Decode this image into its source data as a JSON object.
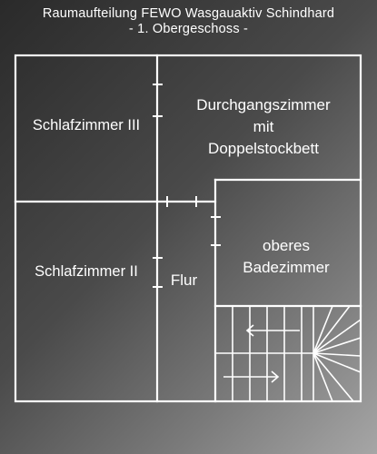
{
  "title": {
    "line1": "Raumaufteilung FEWO Wasgauaktiv Schindhard",
    "line2": "- 1. Obergeschoss -"
  },
  "rooms": {
    "schlafzimmer_3": "Schlafzimmer III",
    "durchgang": [
      "Durchgangszimmer",
      "mit",
      "Doppelstockbett"
    ],
    "schlafzimmer_2": "Schlafzimmer II",
    "flur": "Flur",
    "badezimmer": [
      "oberes",
      "Badezimmer"
    ]
  },
  "colors": {
    "line": "#ffffff"
  },
  "icons": {
    "stairs": "staircase-with-arrows"
  }
}
